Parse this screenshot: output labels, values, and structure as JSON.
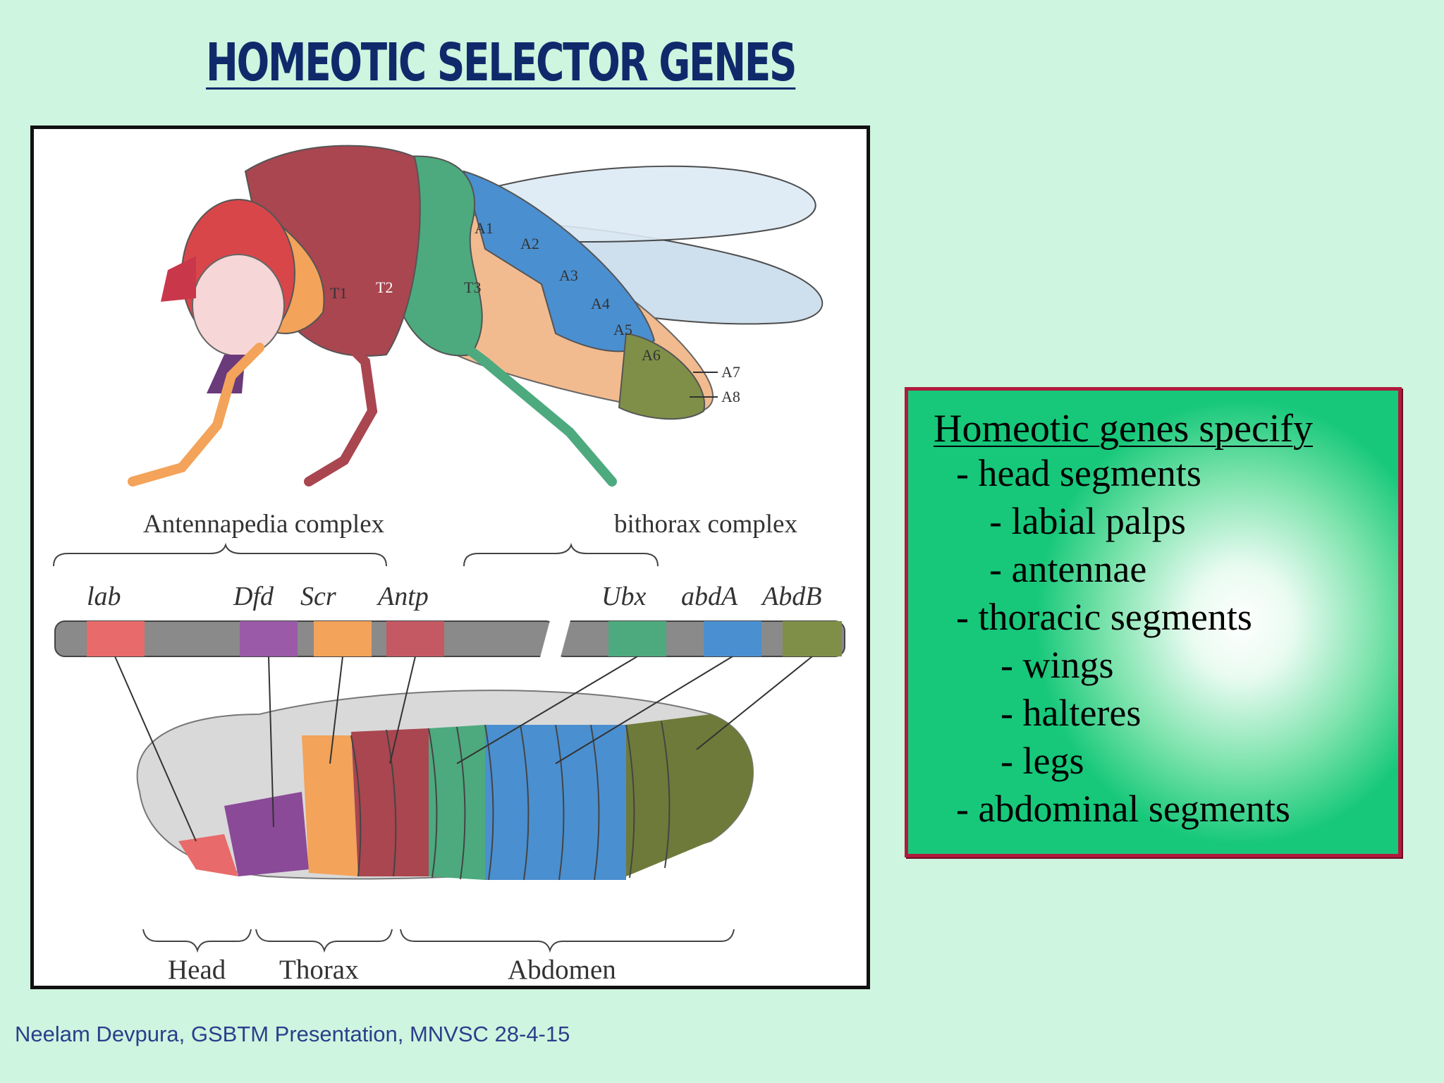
{
  "title": "HOMEOTIC SELECTOR GENES",
  "diagram": {
    "complexes": [
      "Antennapedia complex",
      "bithorax complex"
    ],
    "genes": [
      "lab",
      "Dfd",
      "Scr",
      "Antp",
      "Ubx",
      "abdA",
      "AbdB"
    ],
    "segments": [
      "A1",
      "A2",
      "A3",
      "A4",
      "A5",
      "A6",
      "A7",
      "A8",
      "T1",
      "T2",
      "T3"
    ],
    "regions": [
      "Head",
      "Thorax",
      "Abdomen"
    ],
    "colors": {
      "lab": "#e86a6a",
      "Dfd": "#9a5aa8",
      "Scr": "#f3a35a",
      "Antp": "#c45963",
      "Ubx": "#4daa7e",
      "abdA": "#4a8fd0",
      "AbdB": "#7f8f48"
    }
  },
  "info": {
    "heading": "Homeotic genes specify",
    "items": [
      "- head segments",
      "- labial palps",
      "- antennae",
      "- thoracic segments",
      "- wings",
      "- halteres",
      "- legs",
      "- abdominal segments"
    ]
  },
  "footer": "Neelam Devpura, GSBTM Presentation, MNVSC 28-4-15"
}
